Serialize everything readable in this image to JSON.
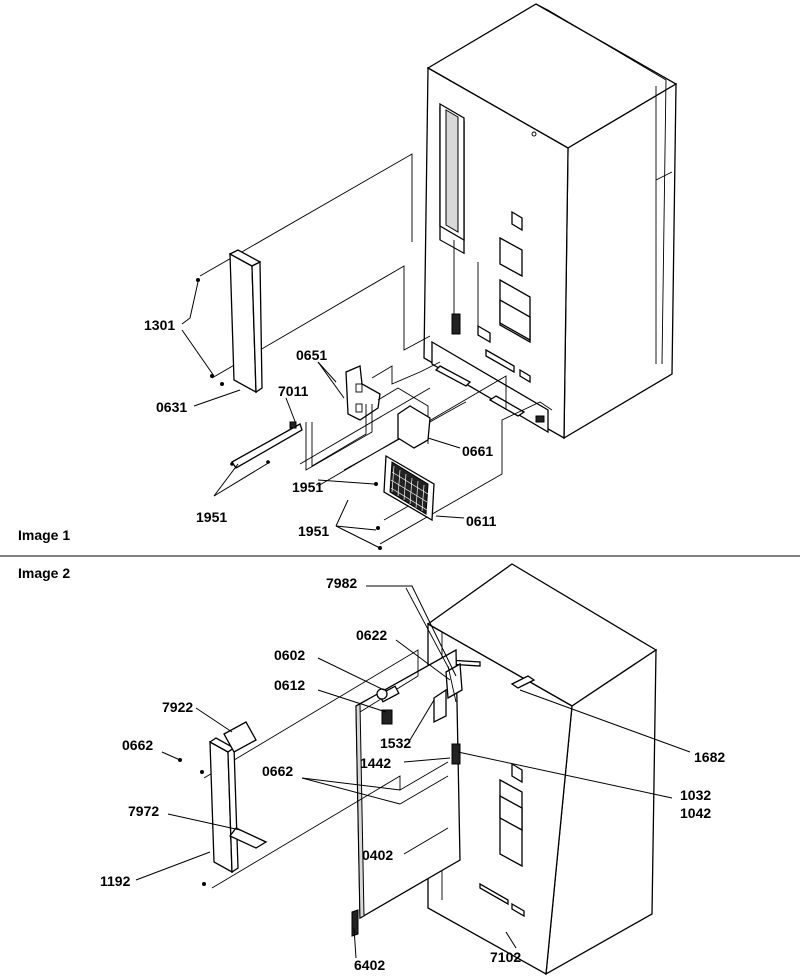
{
  "captions": {
    "image1": "Image 1",
    "image2": "Image 2"
  },
  "image1_labels": {
    "l1301": "1301",
    "l0631": "0631",
    "l0651": "0651",
    "l7011": "7011",
    "l0661": "0661",
    "l1951a": "1951",
    "l1951b": "1951",
    "l1951c": "1951",
    "l0611": "0611"
  },
  "image2_labels": {
    "l7982": "7982",
    "l0622": "0622",
    "l0602": "0602",
    "l0612": "0612",
    "l7922": "7922",
    "l0662a": "0662",
    "l1532": "1532",
    "l1442": "1442",
    "l1682": "1682",
    "l0662b": "0662",
    "l1032": "1032",
    "l1042": "1042",
    "l7972": "7972",
    "l0402": "0402",
    "l1192": "1192",
    "l6402": "6402",
    "l7102": "7102"
  }
}
